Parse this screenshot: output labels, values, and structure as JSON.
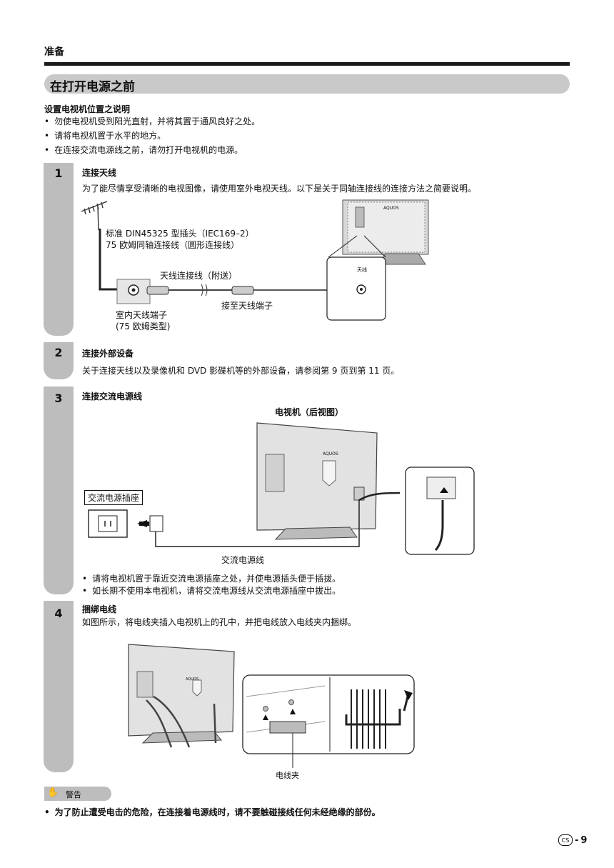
{
  "header": {
    "section": "准备",
    "title": "在打开电源之前"
  },
  "placement": {
    "heading": "设置电视机位置之说明",
    "items": [
      "勿使电视机受到阳光直射，并将其置于通风良好之处。",
      "请将电视机置于水平的地方。",
      "在连接交流电源线之前，请勿打开电视机的电源。"
    ]
  },
  "steps": [
    {
      "number": "1",
      "title": "连接天线",
      "text": "为了能尽情享受清晰的电视图像，请使用室外电视天线。以下是关于同轴连接线的连接方法之简要说明。",
      "diagram": {
        "plug_note_1": "标准 DIN45325 型插头（IEC169–2）",
        "plug_note_2": "75 欧姆同轴连接线（圆形连接线）",
        "cable_label": "天线连接线（附送）",
        "connect_to": "接至天线端子",
        "indoor_terminal_1": "室内天线端子",
        "indoor_terminal_2": "(75 欧姆类型)",
        "tv_model": "AQUOS",
        "jack_label": "天线"
      }
    },
    {
      "number": "2",
      "title": "连接外部设备",
      "text": "关于连接天线以及录像机和 DVD 影碟机等的外部设备，请参阅第 9 页到第 11 页。"
    },
    {
      "number": "3",
      "title": "连接交流电源线",
      "diagram": {
        "tv_rear_label": "电视机（后视图）",
        "outlet_label": "交流电源插座",
        "cord_label": "交流电源线",
        "tv_model": "AQUOS"
      },
      "notes": [
        "请将电视机置于靠近交流电源插座之处，并使电源插头便于插拔。",
        "如长期不使用本电视机，请将交流电源线从交流电源插座中拔出。"
      ]
    },
    {
      "number": "4",
      "title": "捆绑电线",
      "text": "如图所示，将电线夹插入电视机上的孔中，并把电线放入电线夹内捆绑。",
      "diagram": {
        "clip_label": "电线夹",
        "tv_model": "AQUOS"
      }
    }
  ],
  "warning": {
    "label": "警告",
    "text": "为了防止遭受电击的危险，在连接着电源线时，请不要触碰接线任何未经绝缘的部份。"
  },
  "footer": {
    "lang_badge": "CS",
    "page_number": "9"
  },
  "icons": {
    "warning": "hand-stop-icon"
  }
}
